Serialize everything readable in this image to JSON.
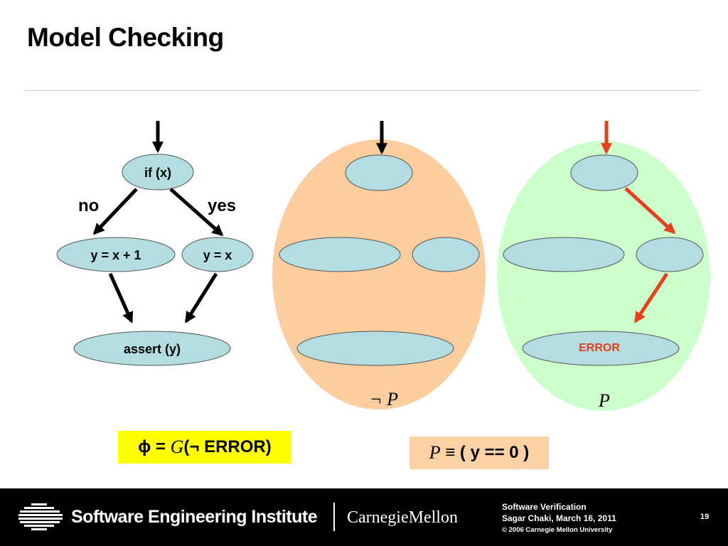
{
  "slide": {
    "title": "Model Checking"
  },
  "cfg": {
    "node_if": "if (x)",
    "node_then": "y = x + 1",
    "node_else": "y = x",
    "node_assert": "assert (y)",
    "label_no": "no",
    "label_yes": "yes"
  },
  "sets": {
    "not_p_label": "¬ P",
    "p_label": "P",
    "error_label": "ERROR"
  },
  "formulas": {
    "phi_prefix": "ϕ = ",
    "phi_g": "G",
    "phi_suffix": "(¬ ERROR)",
    "p_symbol": "P",
    "p_def": " ≡ ( y == 0 )"
  },
  "footer": {
    "institute": "Software Engineering Institute",
    "university": "CarnegieMellon",
    "course": "Software Verification",
    "author_date": "Sagar Chaki, March 16, 2011",
    "copyright": "© 2006 Carnegie Mellon University",
    "page_number": "19"
  },
  "colors": {
    "node_fill": "#b3dde0",
    "not_p_region": "#fbcd9f",
    "p_region": "#ccffcc",
    "error_path": "#e8401c",
    "phi_highlight": "#ffff00",
    "p_highlight": "#fcd1a6"
  }
}
